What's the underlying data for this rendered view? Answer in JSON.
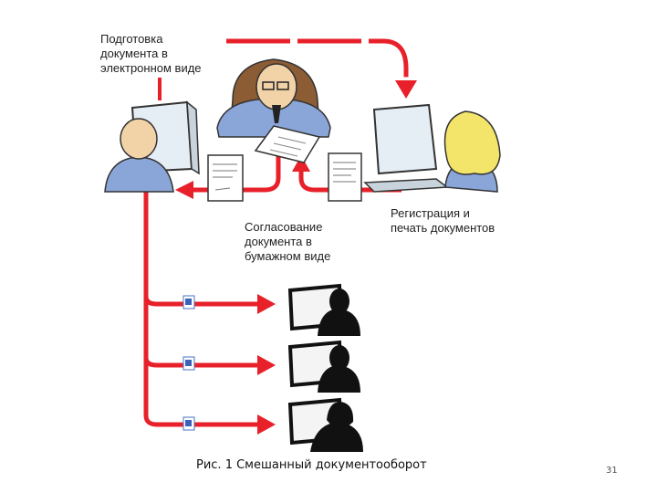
{
  "labels": {
    "electronic_prep": [
      "Подготовка",
      "документа в",
      "электронном виде"
    ],
    "paper_approval": [
      "Согласование",
      "документа в",
      "бумажном виде"
    ],
    "registration": [
      "Регистрация и",
      "печать документов"
    ]
  },
  "caption": "Рис. 1  Смешанный документооборот",
  "page_number": "31",
  "colors": {
    "arrow": "#e8202a",
    "person_shirt": "#8aa6d8",
    "screen": "#e6eef5",
    "silhouette": "#111111",
    "woman_hair": "#f3e46a"
  },
  "icons": [
    "monitor-icon",
    "document-icon",
    "word-doc-icon",
    "silhouette-icon"
  ]
}
